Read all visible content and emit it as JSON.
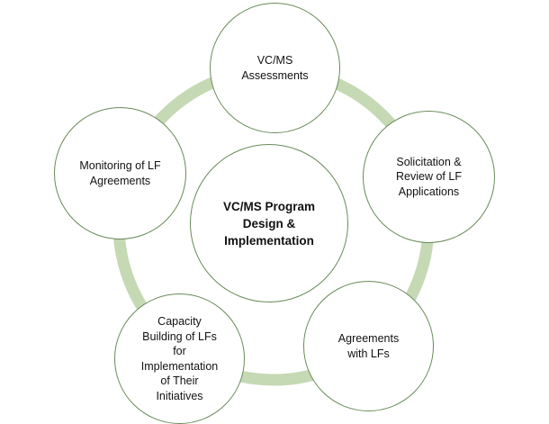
{
  "diagram": {
    "ring_color": "#c5d9b4",
    "border_color": "#6a8a5a",
    "center": {
      "label": "VC/MS Program\nDesign &\nImplementation"
    },
    "nodes": {
      "assessments": {
        "label": "VC/MS\nAssessments"
      },
      "solicitation": {
        "label": "Solicitation &\nReview of LF\nApplications"
      },
      "agreements": {
        "label": "Agreements\nwith LFs"
      },
      "capacity": {
        "label": "Capacity\nBuilding of LFs\nfor\nImplementation\nof Their\nInitiatives"
      },
      "monitoring": {
        "label": "Monitoring of LF\nAgreements"
      }
    }
  }
}
